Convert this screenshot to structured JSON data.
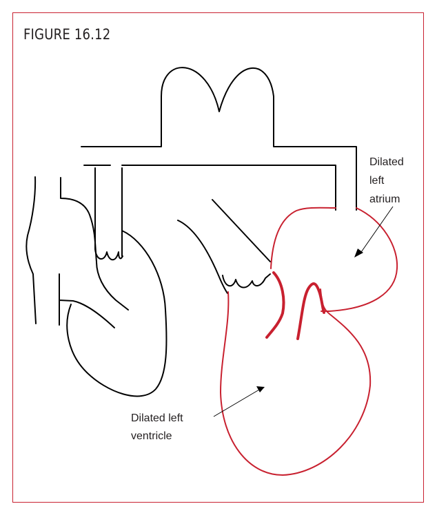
{
  "figure": {
    "title": "FIGURE 16.12"
  },
  "labels": {
    "atrium": [
      "Dilated",
      "left",
      "atrium"
    ],
    "ventricle": [
      "Dilated left",
      "ventricle"
    ]
  },
  "colors": {
    "frame": "#c8202f",
    "normal_heart": "#000000",
    "dilated_chambers": "#c8202f",
    "text": "#231f20"
  }
}
